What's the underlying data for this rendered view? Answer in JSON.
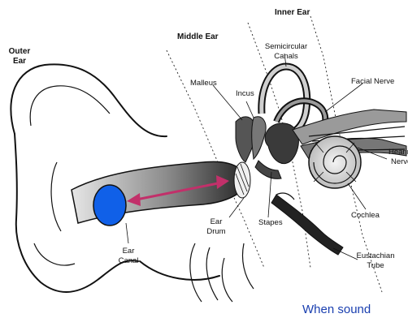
{
  "labels": {
    "inner_ear": "Inner Ear",
    "middle_ear": "Middle Ear",
    "outer_ear_1": "Outer",
    "outer_ear_2": "Ear",
    "semicircular_1": "Semicircular",
    "semicircular_2": "Canals",
    "malleus": "Malleus",
    "incus": "Incus",
    "facial_nerve": "Facial Nerve",
    "hearing_nerve_1": "Hearing",
    "hearing_nerve_2": "Nerve",
    "cochlea": "Cochlea",
    "stapes": "Stapes",
    "ear_drum_1": "Ear",
    "ear_drum_2": "Drum",
    "ear_canal_1": "Ear",
    "ear_canal_2": "Canal",
    "eustachian_1": "Eustachian",
    "eustachian_2": "Tube"
  },
  "caption": "When sound",
  "colors": {
    "marker": "#1060e8",
    "arrow": "#c2306a",
    "caption": "#1a3fb0"
  }
}
